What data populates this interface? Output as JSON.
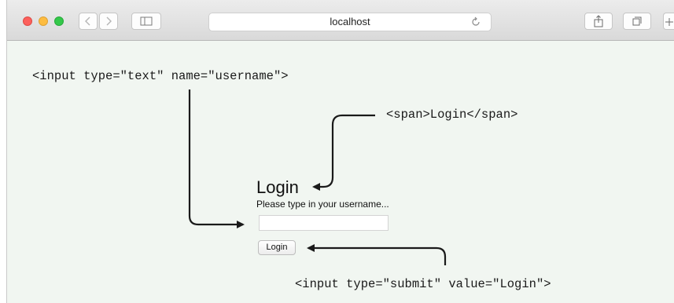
{
  "browser": {
    "url": "localhost",
    "icons": [
      "back-icon",
      "forward-icon",
      "sidebar-icon",
      "reload-icon",
      "share-icon",
      "tabs-icon",
      "new-tab-icon"
    ]
  },
  "annotations": {
    "input_tag": "<input type=\"text\" name=\"username\">",
    "span_tag": "<span>Login</span>",
    "submit_tag": "<input type=\"submit\" value=\"Login\">"
  },
  "page": {
    "title": "Login",
    "hint": "Please type in your username...",
    "input_value": "",
    "button_label": "Login"
  }
}
